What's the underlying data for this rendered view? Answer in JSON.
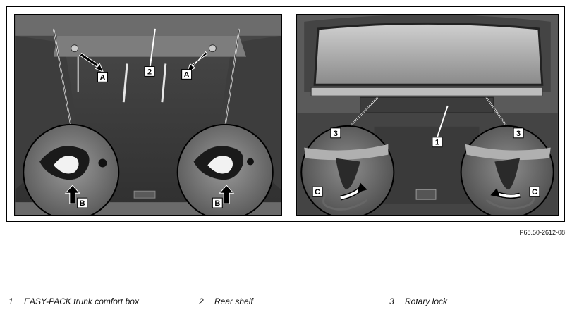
{
  "figure": {
    "reference_code": "P68.50-2612-08",
    "left_callouts": {
      "shelf": "2",
      "clip_left": "A",
      "clip_right": "A",
      "lock_left": "B",
      "lock_right": "B"
    },
    "right_callouts": {
      "box": "1",
      "lock_left": "3",
      "lock_right": "3",
      "turn_left": "C",
      "turn_right": "C"
    }
  },
  "legend": [
    {
      "number": "1",
      "label": "EASY-PACK trunk comfort box"
    },
    {
      "number": "2",
      "label": "Rear shelf"
    },
    {
      "number": "3",
      "label": "Rotary lock"
    }
  ]
}
